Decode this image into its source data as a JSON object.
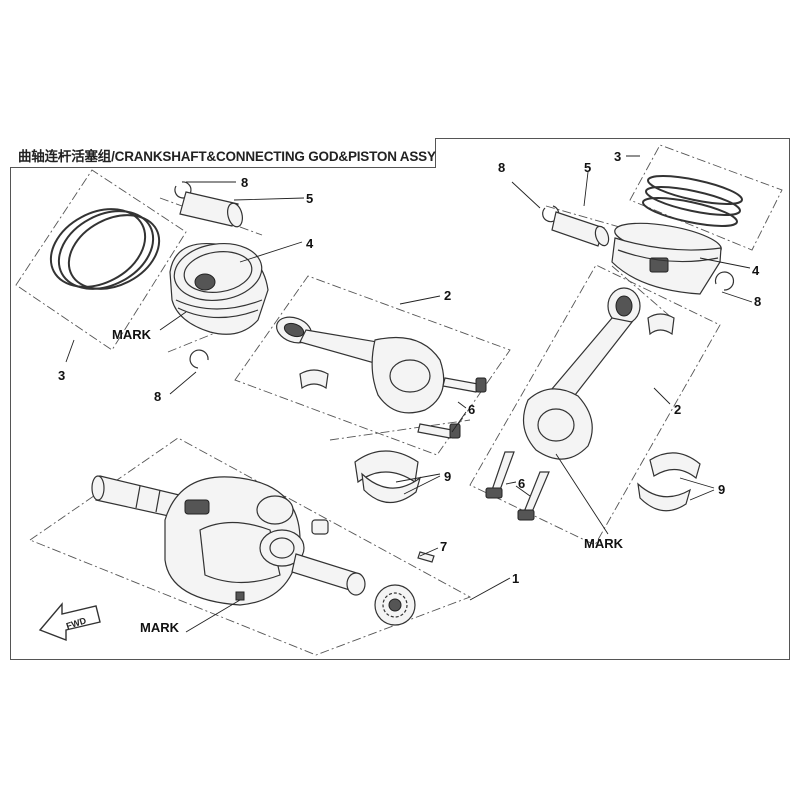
{
  "diagram": {
    "title": "曲轴连杆活塞组/CRANKSHAFT&CONNECTING GOD&PISTON ASSY",
    "callouts": {
      "left_pin_clip_top": "8",
      "left_pin": "5",
      "left_piston": "4",
      "left_rings": "3",
      "left_rod": "2",
      "left_pin_clip_bottom": "8",
      "left_bolts": "6",
      "left_bearings": "9",
      "right_pin_clip_top": "8",
      "right_pin": "5",
      "right_rings": "3",
      "right_piston": "4",
      "right_pin_clip_side": "8",
      "right_rod": "2",
      "right_bolts": "6",
      "right_bearings": "9",
      "key": "7",
      "crankshaft": "1"
    },
    "marks": {
      "piston_mark": "MARK",
      "rod_mark": "MARK",
      "crank_mark": "MARK"
    },
    "fwd_label": "FWD"
  }
}
